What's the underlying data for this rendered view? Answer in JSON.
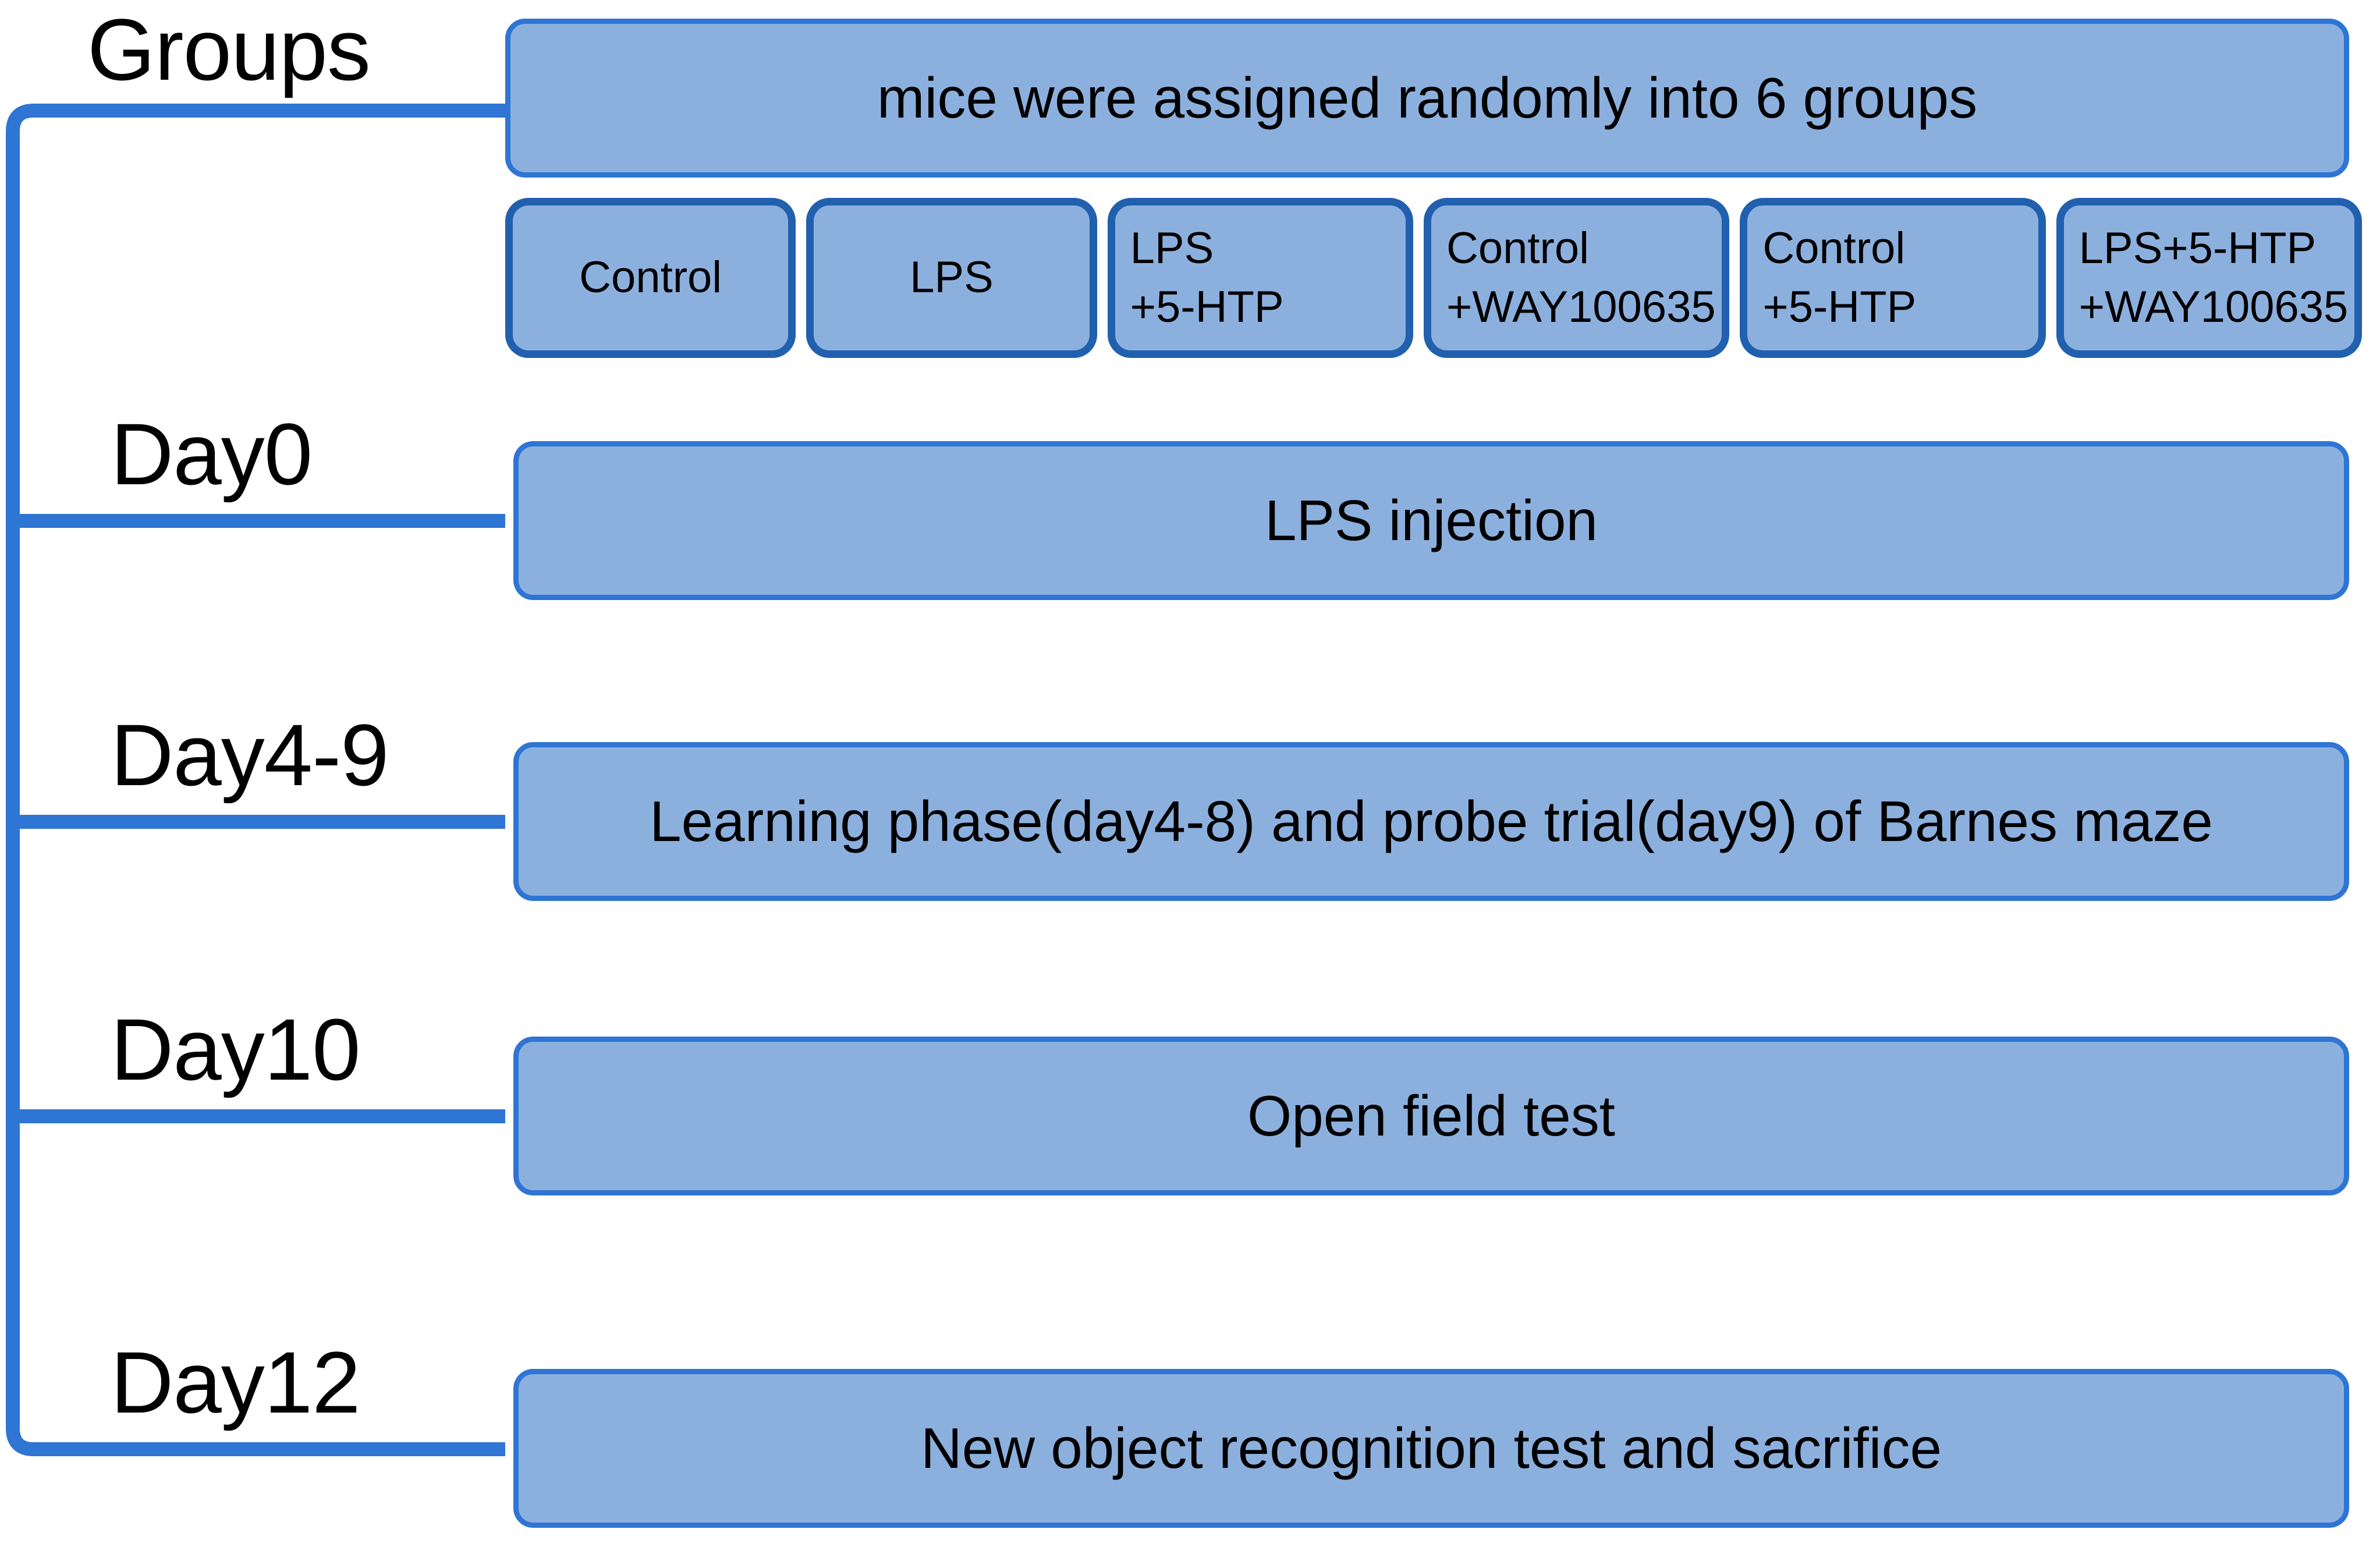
{
  "diagram": {
    "title_row_label": "Groups",
    "stages": [
      {
        "label": "Groups",
        "banner": "mice were assigned randomly into 6 groups"
      },
      {
        "label": "Day0",
        "banner": "LPS injection"
      },
      {
        "label": "Day4-9",
        "banner": "Learning phase(day4-8) and probe trial(day9) of Barnes maze"
      },
      {
        "label": "Day10",
        "banner": "Open field test"
      },
      {
        "label": "Day12",
        "banner": "New object recognition test and sacrifice"
      }
    ],
    "groups": [
      {
        "lines": [
          "Control"
        ]
      },
      {
        "lines": [
          "LPS"
        ]
      },
      {
        "lines": [
          "LPS",
          "+5-HTP"
        ]
      },
      {
        "lines": [
          "Control",
          "+WAY100635"
        ]
      },
      {
        "lines": [
          "Control",
          "+5-HTP"
        ]
      },
      {
        "lines": [
          "LPS+5-HTP",
          "+WAY100635"
        ]
      }
    ],
    "colors": {
      "box_fill": "#8CB0DE",
      "banner_border": "#2E75D4",
      "group_border": "#2160AE",
      "connector": "#2E75D4",
      "text": "#000000",
      "background": "#FFFFFF"
    }
  }
}
